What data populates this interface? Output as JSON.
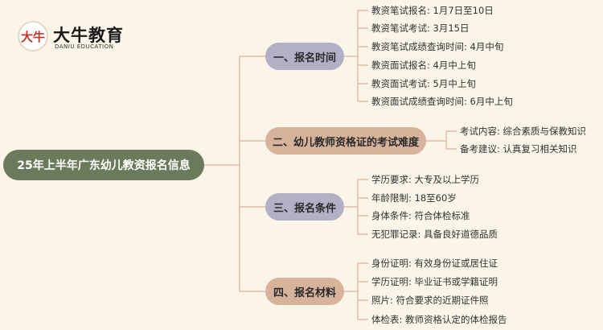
{
  "logo": {
    "mark": "大牛",
    "name": "大牛教育",
    "sub": "DANIU EDUCATION"
  },
  "root": {
    "label": "25年上半年广东幼儿教资报名信息"
  },
  "branches": [
    {
      "label": "一、报名时间",
      "items": [
        "教资笔试报名: 1月7日至10日",
        "教资笔试考试: 3月15日",
        "教资笔试成绩查询时间: 4月中旬",
        "教资面试报名: 4月中上旬",
        "教资面试考试: 5月中上旬",
        "教资面试成绩查询时间: 6月中上旬"
      ]
    },
    {
      "label": "二、幼儿教师资格证的考试难度",
      "items": [
        "考试内容: 综合素质与保教知识",
        "备考建议: 认真复习相关知识"
      ]
    },
    {
      "label": "三、报名条件",
      "items": [
        "学历要求: 大专及以上学历",
        "年龄限制: 18至60岁",
        "身体条件: 符合体检标准",
        "无犯罪记录: 具备良好道德品质"
      ]
    },
    {
      "label": "四、报名材料",
      "items": [
        "身份证明: 有效身份证或居住证",
        "学历证明: 毕业证书或学籍证明",
        "照片: 符合要求的近期证件照",
        "体检表: 教师资格认定的体检报告"
      ]
    }
  ],
  "colors": {
    "background": "#fbf4e8",
    "root": "#6b7a5a",
    "branch_grey": "#b3b0c6",
    "branch_tan": "#d7b39b",
    "connector": "#d9b59b"
  }
}
